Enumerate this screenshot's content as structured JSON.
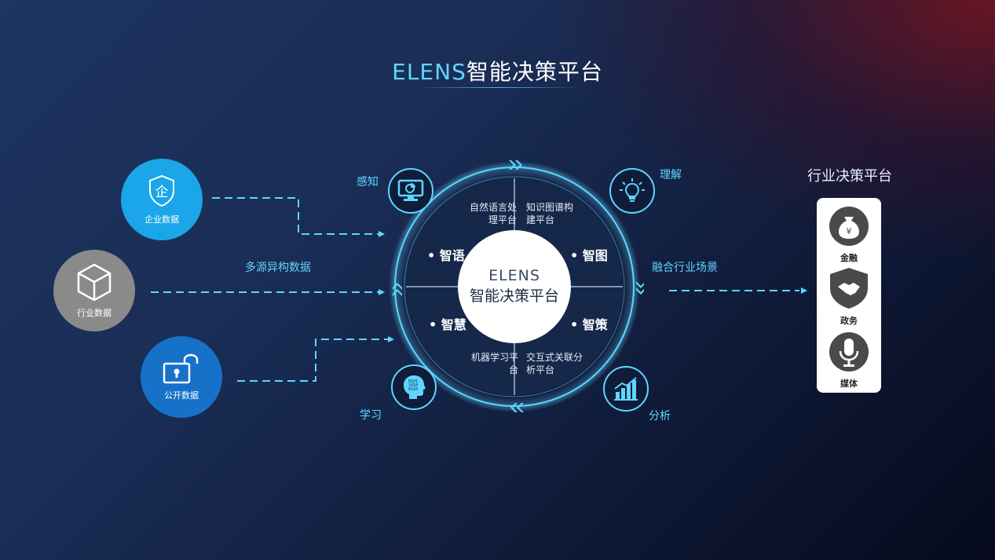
{
  "title": {
    "en": "ELENS",
    "cn": "智能决策平台"
  },
  "sources": [
    {
      "label": "企业数据",
      "icon": "shield-enterprise-icon",
      "color": "#1aa6e8"
    },
    {
      "label": "行业数据",
      "icon": "cube-icon",
      "color": "#8a8a8a"
    },
    {
      "label": "公开数据",
      "icon": "unlock-icon",
      "color": "#1671c9"
    }
  ],
  "flow_labels": {
    "multi_source": "多源异构数据",
    "fusion": "融合行业场景"
  },
  "stages": {
    "perceive": {
      "label": "感知",
      "icon": "monitor-chart-icon"
    },
    "understand": {
      "label": "理解",
      "icon": "lightbulb-icon"
    },
    "learn": {
      "label": "学习",
      "icon": "brain-head-icon"
    },
    "analyze": {
      "label": "分析",
      "icon": "bar-chart-icon"
    }
  },
  "center": {
    "en": "ELENS",
    "cn": "智能决策平台"
  },
  "quadrants": {
    "top_left": {
      "big": "智语",
      "line1": "自然语言处",
      "line2": "理平台"
    },
    "top_right": {
      "big": "智图",
      "line1": "知识图谱构",
      "line2": "建平台"
    },
    "bottom_left": {
      "big": "智慧",
      "line1": "机器学习平",
      "line2": "台"
    },
    "bottom_right": {
      "big": "智策",
      "line1": "交互式关联分",
      "line2": "析平台"
    }
  },
  "right": {
    "title": "行业决策平台",
    "items": [
      {
        "label": "金融",
        "icon": "money-bag-icon"
      },
      {
        "label": "政务",
        "icon": "handshake-icon"
      },
      {
        "label": "媒体",
        "icon": "microphone-icon"
      }
    ]
  },
  "colors": {
    "accent": "#5fd6ff",
    "disk": "#16284a",
    "white": "#ffffff"
  }
}
